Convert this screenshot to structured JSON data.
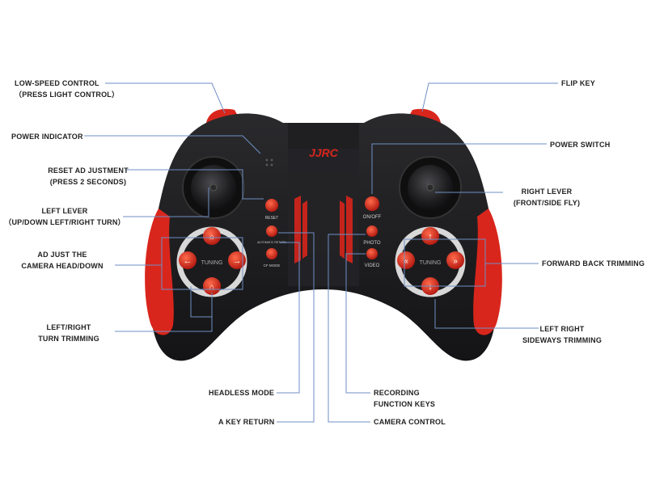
{
  "brand": {
    "logo": "JJRC",
    "accent": "#d9261c",
    "body": "#1c1c1e",
    "line": "#5b7fb8"
  },
  "labels": {
    "low_speed": {
      "line1": "LOW-SPEED CONTROL",
      "line2": "（PRESS LIGHT CONTROL）"
    },
    "power_indicator": {
      "line1": "POWER INDICATOR"
    },
    "reset_adjust": {
      "line1": "RESET AD JUSTMENT",
      "line2": "(PRESS 2 SECONDS)"
    },
    "left_lever": {
      "line1": "LEFT LEVER",
      "line2": "（UP/DOWN LEFT/RIGHT TURN）"
    },
    "camera_head": {
      "line1": "AD JUST THE",
      "line2": "CAMERA HEAD/DOWN"
    },
    "lr_turn_trim": {
      "line1": "LEFT/RIGHT",
      "line2": "TURN TRIMMING"
    },
    "headless": {
      "line1": "HEADLESS MODE"
    },
    "key_return": {
      "line1": "A KEY RETURN"
    },
    "flip_key": {
      "line1": "FLIP KEY"
    },
    "power_switch": {
      "line1": "POWER SWITCH"
    },
    "right_lever": {
      "line1": "RIGHT LEVER",
      "line2": "(FRONT/SIDE FLY)"
    },
    "fb_trim": {
      "line1": "FORWARD BACK TRIMMING"
    },
    "lr_sideways": {
      "line1": "LEFT RIGHT",
      "line2": "SIDEWAYS TRIMMING"
    },
    "recording": {
      "line1": "RECORDING",
      "line2": "FUNCTION KEYS"
    },
    "camera_control": {
      "line1": "CAMERA CONTROL"
    }
  },
  "controller": {
    "reset": "RESET",
    "auto_return": "AUTOMATIC RETURN",
    "cf_mode": "CF MODE",
    "on_off": "ON/OFF",
    "photo": "PHOTO",
    "video": "VIDEO",
    "tuning_left": "TUNING",
    "tuning_right": "TUNING"
  }
}
